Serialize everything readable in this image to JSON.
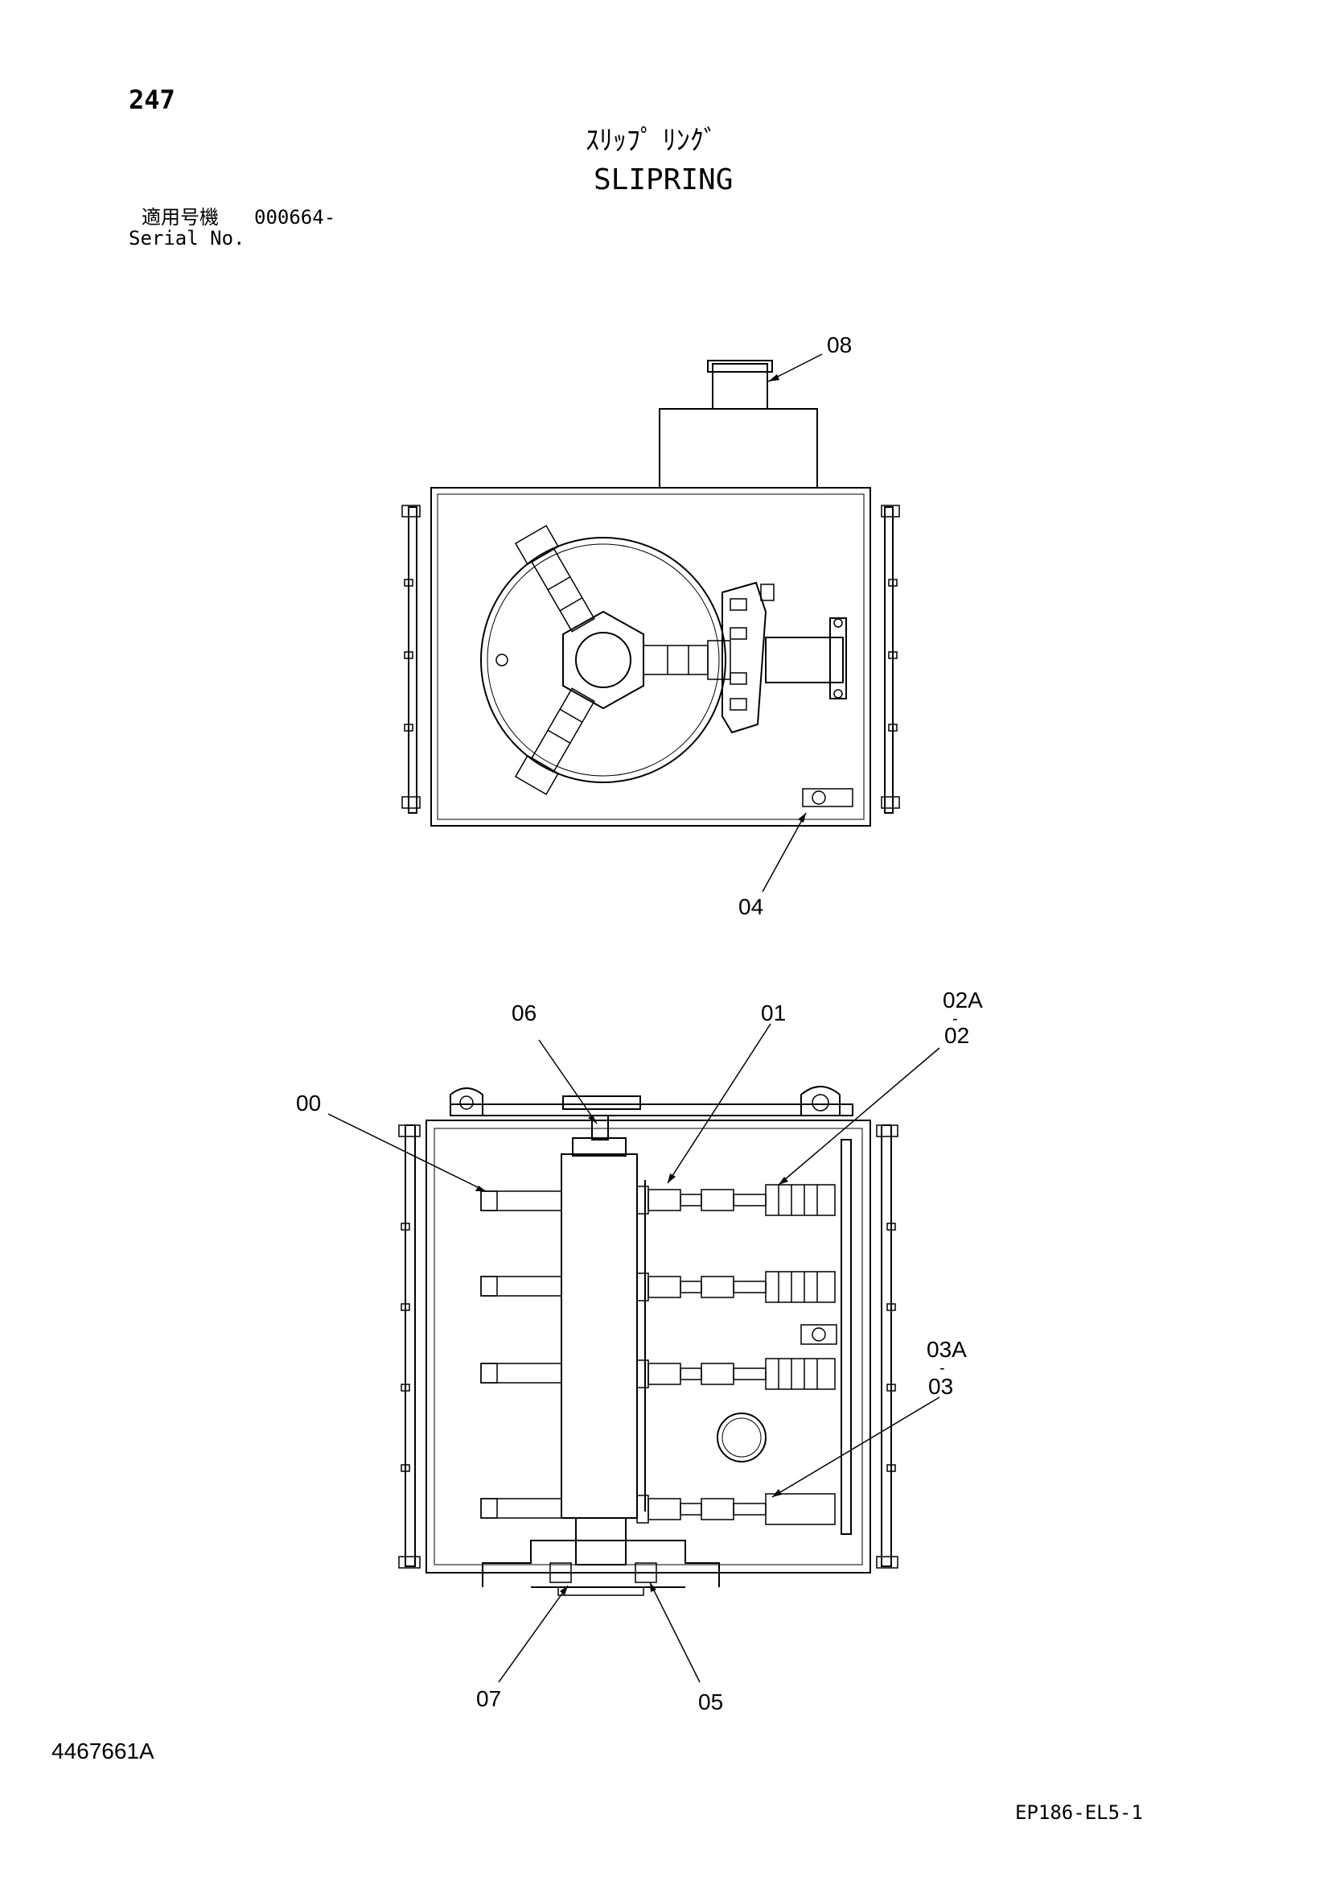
{
  "header": {
    "page_number": "247",
    "title_jp": "ｽﾘｯﾌﾟ ﾘﾝｸﾞ",
    "title_en": "SLIPRING",
    "serial_label_jp": "適用号機",
    "serial_value": "000664-",
    "serial_label_en": "Serial No."
  },
  "top_view": {
    "callouts": [
      "08",
      "04"
    ]
  },
  "front_view": {
    "callouts": [
      "06",
      "01",
      "02A",
      "-",
      "02",
      "00",
      "03A",
      "-",
      "03",
      "07",
      "05"
    ]
  },
  "footer": {
    "drawing_number": "4467661A",
    "sheet_code": "EP186-EL5-1"
  }
}
